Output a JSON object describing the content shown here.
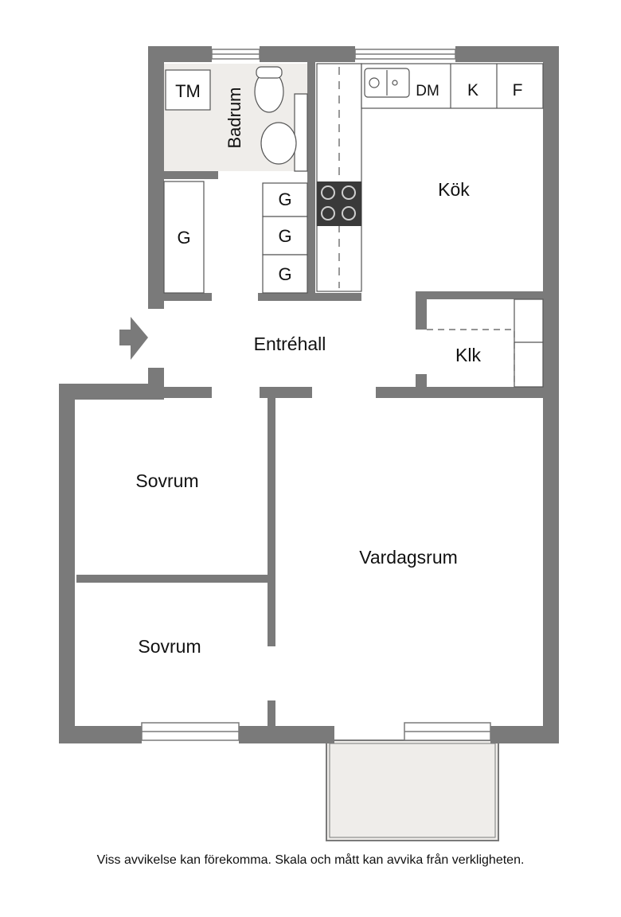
{
  "rooms": {
    "tm": "TM",
    "badrum": "Badrum",
    "dm": "DM",
    "k": "K",
    "f": "F",
    "kok": "Kök",
    "g1": "G",
    "g2": "G",
    "g3": "G",
    "g4": "G",
    "entrehall": "Entréhall",
    "klk": "Klk",
    "sovrum1": "Sovrum",
    "sovrum2": "Sovrum",
    "vardagsrum": "Vardagsrum"
  },
  "disclaimer": "Viss avvikelse kan förekomma. Skala och mått kan avvika från verkligheten.",
  "colors": {
    "wall": "#7a7a7a",
    "wet_area": "#efedea",
    "balcony": "#efedea",
    "stove": "#3a3a3a"
  }
}
